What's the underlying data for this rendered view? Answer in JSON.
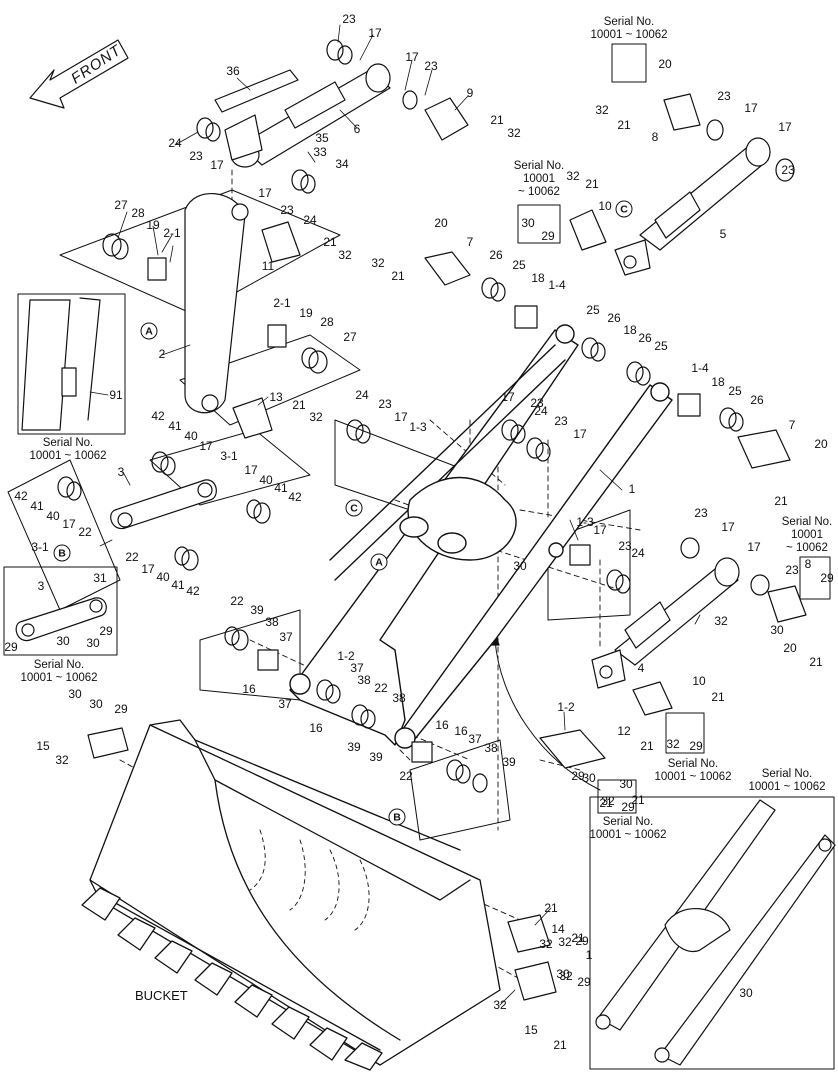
{
  "diagram": {
    "direction_label": "FRONT",
    "bucket_label": "BUCKET",
    "serial_notes": {
      "top_right": "Serial No.\n10001 ~ 10062",
      "cyl5": "Serial No.\n10001\n~ 10062",
      "inset_a": "Serial No.\n10001 ~ 10062",
      "inset_b": "Serial No.\n10001 ~ 10062",
      "cyl4_right": "Serial No.\n10001\n~ 10062",
      "cyl4_pin": "Serial No.\n10001 ~ 10062",
      "pin12": "Serial No.\n10001 ~ 10062",
      "inset_arm": "Serial No.\n10001 ~ 10062"
    },
    "callouts": [
      "A",
      "B",
      "C"
    ],
    "part_labels": [
      "23",
      "17",
      "36",
      "17",
      "23",
      "9",
      "21",
      "32",
      "6",
      "24",
      "23",
      "17",
      "33",
      "35",
      "34",
      "17",
      "23",
      "24",
      "27",
      "28",
      "19",
      "2-1",
      "21",
      "32",
      "11",
      "2",
      "2-1",
      "19",
      "28",
      "27",
      "91",
      "13",
      "21",
      "32",
      "42",
      "41",
      "40",
      "17",
      "3",
      "42",
      "41",
      "40",
      "17",
      "22",
      "3-1",
      "17",
      "40",
      "41",
      "42",
      "3-1",
      "22",
      "17",
      "40",
      "41",
      "42",
      "3",
      "31",
      "30",
      "29",
      "29",
      "30",
      "20",
      "32",
      "21",
      "8",
      "23",
      "17",
      "17",
      "23",
      "32",
      "21",
      "10",
      "5",
      "30",
      "29",
      "20",
      "7",
      "32",
      "21",
      "26",
      "25",
      "18",
      "1-4",
      "25",
      "26",
      "18",
      "26",
      "25",
      "1-4",
      "18",
      "25",
      "26",
      "7",
      "20",
      "21",
      "24",
      "23",
      "17",
      "1-3",
      "17",
      "23",
      "24",
      "23",
      "17",
      "1",
      "1-3",
      "17",
      "23",
      "24",
      "23",
      "17",
      "17",
      "23",
      "8",
      "29",
      "30",
      "20",
      "21",
      "32",
      "4",
      "10",
      "21",
      "32",
      "29",
      "30",
      "22",
      "39",
      "38",
      "37",
      "16",
      "1-2",
      "37",
      "38",
      "22",
      "38",
      "37",
      "16",
      "39",
      "39",
      "16",
      "16",
      "37",
      "38",
      "39",
      "22",
      "1-2",
      "12",
      "21",
      "32",
      "29",
      "30",
      "30",
      "29",
      "15",
      "32",
      "21",
      "14",
      "21",
      "32",
      "15",
      "21",
      "32",
      "29",
      "30",
      "1",
      "32",
      "21",
      "30",
      "29",
      "32",
      "21",
      "30",
      "29",
      "30",
      "29"
    ]
  }
}
